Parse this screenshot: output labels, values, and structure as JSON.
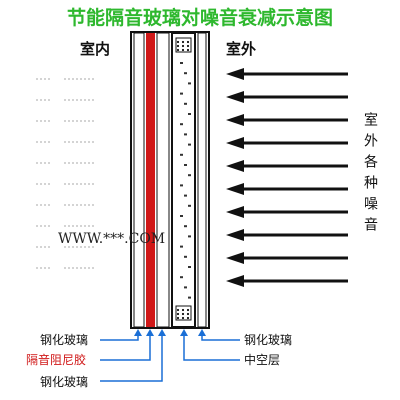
{
  "title": "节能隔音玻璃对噪音衰减示意图",
  "labels": {
    "indoor": "室内",
    "outdoor": "室外",
    "outdoor_noise": "室外各种噪音"
  },
  "watermark": "WWW.***.COM",
  "callouts": {
    "left_top": "钢化玻璃",
    "left_middle": "隔音阻尼胶",
    "left_bottom": "钢化玻璃",
    "right_top": "钢化玻璃",
    "right_bottom": "中空层"
  },
  "colors": {
    "title": "#2eb82e",
    "damping_layer": "#d01818",
    "callout_arrow": "#1a6fd6",
    "noise_arrow": "#111111",
    "indoor_dash": "#bbbbbb"
  },
  "diagram": {
    "incoming_noise_arrows": 10,
    "indoor_residual_marks": 10
  }
}
